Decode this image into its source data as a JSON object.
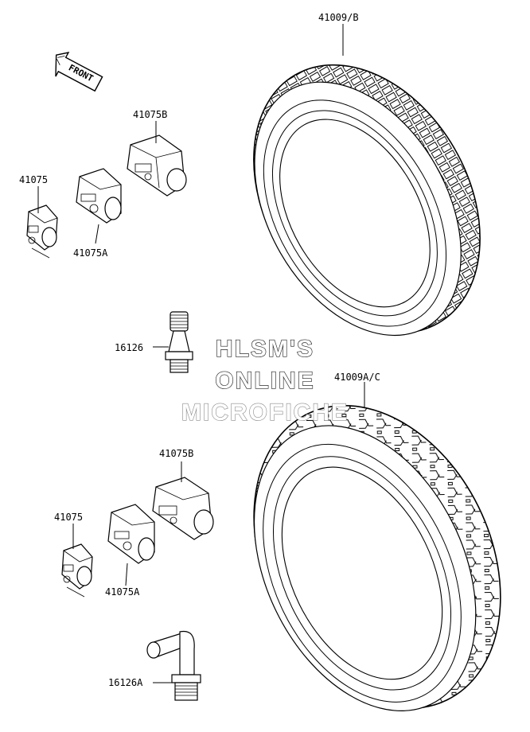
{
  "arrow": {
    "label": "FRONT"
  },
  "watermark": {
    "line1": "HLSM'S",
    "line2": "ONLINE",
    "line3": "MICROFICHE"
  },
  "parts": {
    "tire_front": "41009/B",
    "tire_rear": "41009A/C",
    "weight_b_top": "41075B",
    "weight_top": "41075",
    "weight_a_top": "41075A",
    "valve_straight": "16126",
    "weight_b_bottom": "41075B",
    "weight_bottom": "41075",
    "weight_a_bottom": "41075A",
    "valve_angled": "16126A"
  }
}
